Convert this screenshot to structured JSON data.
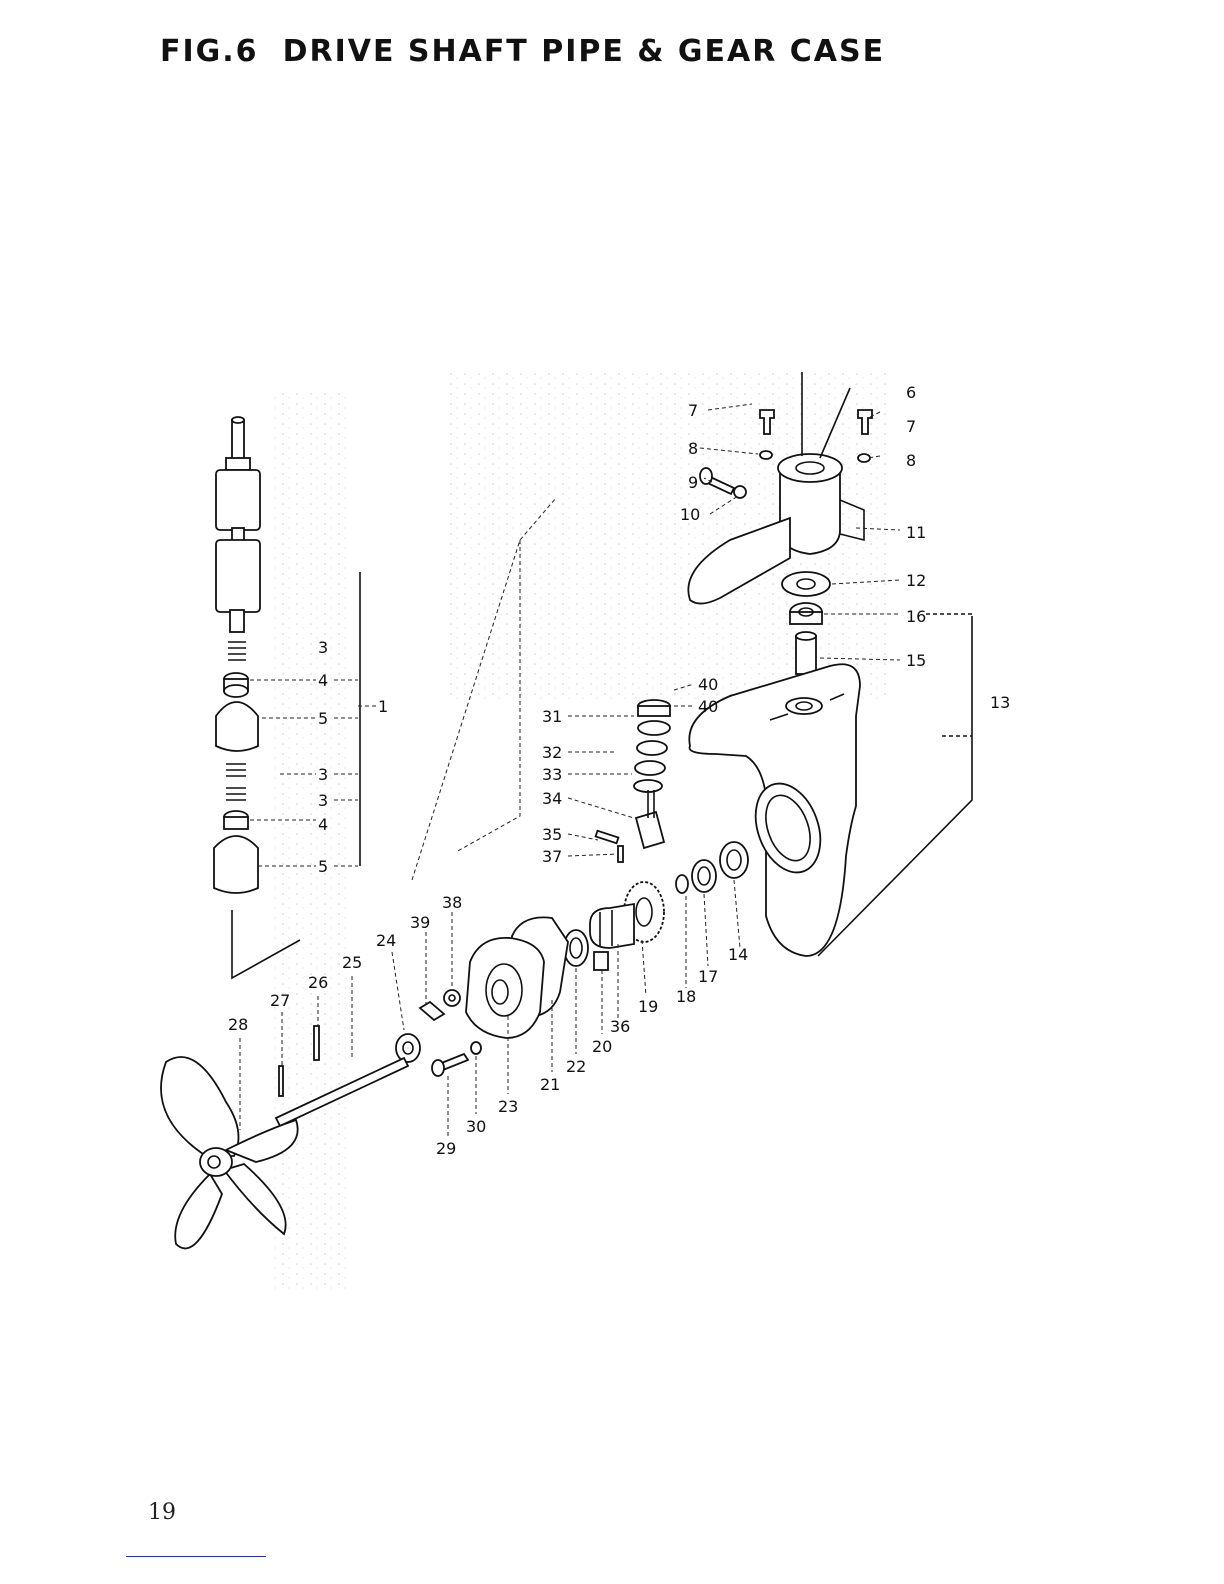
{
  "title": {
    "fig": "FIG.6",
    "name": "DRIVE SHAFT PIPE & GEAR CASE"
  },
  "page_number": "19",
  "callouts": {
    "c1": "1",
    "c3a": "3",
    "c3b": "3",
    "c3c": "3",
    "c4a": "4",
    "c4b": "4",
    "c5a": "5",
    "c5b": "5",
    "c6": "6",
    "c7a": "7",
    "c7b": "7",
    "c8a": "8",
    "c8b": "8",
    "c9": "9",
    "c10": "10",
    "c11": "11",
    "c12": "12",
    "c13": "13",
    "c14": "14",
    "c15": "15",
    "c16": "16",
    "c17": "17",
    "c18": "18",
    "c19": "19",
    "c20": "20",
    "c21": "21",
    "c22": "22",
    "c23": "23",
    "c24": "24",
    "c25": "25",
    "c26": "26",
    "c27": "27",
    "c28": "28",
    "c29": "29",
    "c30": "30",
    "c31": "31",
    "c32": "32",
    "c33": "33",
    "c34": "34",
    "c35": "35",
    "c36": "36",
    "c37": "37",
    "c38": "38",
    "c39": "39",
    "c40a": "40",
    "c40b": "40"
  }
}
